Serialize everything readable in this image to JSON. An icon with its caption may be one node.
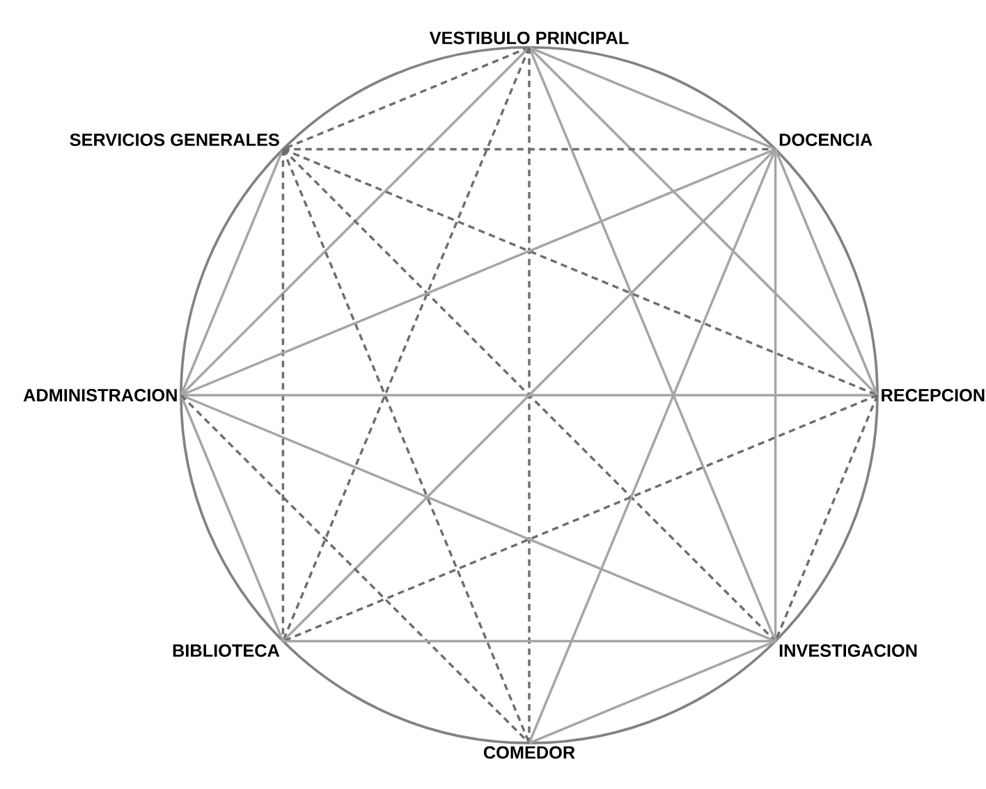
{
  "diagram": {
    "nodes": [
      {
        "text": [
          "VESTIBULO PRINCIPAL"
        ]
      },
      {
        "text": [
          "SERVICIOS GENERALES"
        ]
      },
      {
        "text": [
          "DOCENCIA"
        ]
      },
      {
        "text": [
          "ADMINISTRACION"
        ]
      },
      {
        "text": [
          "RECEPCION"
        ]
      },
      {
        "text": [
          "BIBLIOTECA"
        ]
      },
      {
        "text": [
          "INVESTIGACION"
        ]
      },
      {
        "text": [
          "COMEDOR"
        ]
      }
    ],
    "edges": [
      {
        "from": 0,
        "to": 1,
        "arrow": "none",
        "style": "dashed"
      },
      {
        "from": 0,
        "to": 2,
        "arrow": "none"
      },
      {
        "from": 0,
        "to": 3,
        "arrow": "none"
      },
      {
        "from": 0,
        "to": 4,
        "arrow": "none"
      },
      {
        "from": 0,
        "to": 5,
        "arrow": "none",
        "style": "dashed"
      },
      {
        "from": 0,
        "to": 6,
        "arrow": "none"
      },
      {
        "from": 0,
        "to": 7,
        "arrow": "none",
        "style": "dashed"
      },
      {
        "from": 1,
        "to": 2,
        "arrow": "none",
        "style": "dashed"
      },
      {
        "from": 1,
        "to": 3,
        "arrow": "none"
      },
      {
        "from": 1,
        "to": 4,
        "arrow": "none",
        "style": "dashed"
      },
      {
        "from": 1,
        "to": 5,
        "arrow": "none",
        "style": "dashed"
      },
      {
        "from": 1,
        "to": 6,
        "arrow": "none",
        "style": "dashed"
      },
      {
        "from": 1,
        "to": 7,
        "arrow": "none",
        "style": "dashed"
      },
      {
        "from": 2,
        "to": 3,
        "arrow": "none"
      },
      {
        "from": 2,
        "to": 4,
        "arrow": "none"
      },
      {
        "from": 2,
        "to": 5,
        "arrow": "none"
      },
      {
        "from": 2,
        "to": 6,
        "arrow": "none"
      },
      {
        "from": 2,
        "to": 7,
        "arrow": "none"
      },
      {
        "from": 3,
        "to": 4,
        "arrow": "none"
      },
      {
        "from": 3,
        "to": 5,
        "arrow": "none"
      },
      {
        "from": 3,
        "to": 6,
        "arrow": "none"
      },
      {
        "from": 3,
        "to": 7,
        "arrow": "none",
        "style": "dashed"
      },
      {
        "from": 4,
        "to": 5,
        "arrow": "none",
        "style": "dashed"
      },
      {
        "from": 4,
        "to": 6,
        "arrow": "none",
        "style": "dashed"
      },
      {
        "from": 5,
        "to": 6,
        "arrow": "none"
      },
      {
        "from": 6,
        "to": 7,
        "arrow": "none"
      }
    ]
  }
}
